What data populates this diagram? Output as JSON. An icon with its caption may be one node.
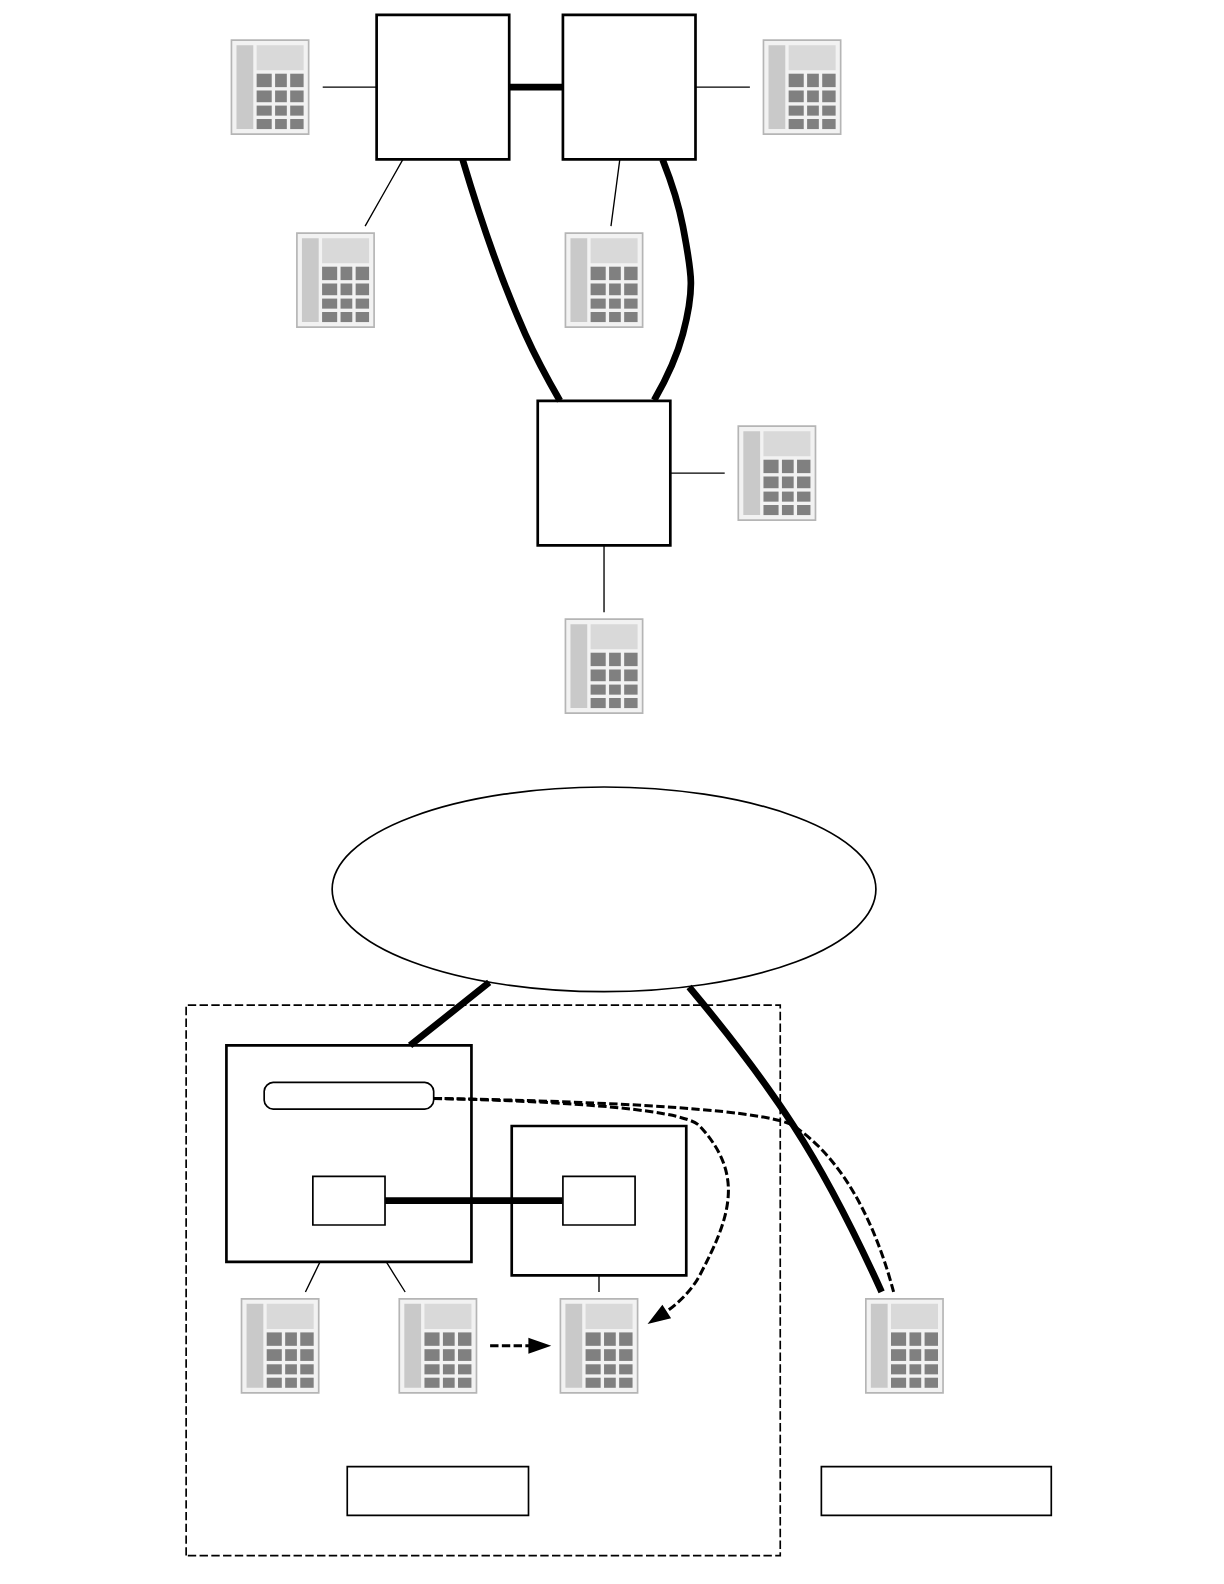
{
  "diagram": {
    "nodes": [
      {
        "text": [],
        "shape": "picture"
      },
      {
        "text": [],
        "shape": "box"
      },
      {
        "text": [],
        "shape": "box"
      },
      {
        "text": [],
        "shape": "picture"
      },
      {
        "text": [],
        "shape": "picture"
      },
      {
        "text": [],
        "shape": "picture"
      },
      {
        "text": [],
        "shape": "box"
      },
      {
        "text": [],
        "shape": "picture"
      },
      {
        "text": [],
        "shape": "picture"
      },
      {
        "text": [],
        "shape": "ellipse"
      },
      {
        "text": [],
        "shape": "box"
      },
      {
        "text": [],
        "shape": "box",
        "in": 10
      },
      {
        "text": [],
        "shape": "box",
        "in": 11
      },
      {
        "text": [],
        "shape": "box",
        "in": 11
      },
      {
        "text": [],
        "shape": "box",
        "in": 10
      },
      {
        "text": [],
        "shape": "box",
        "in": 14
      },
      {
        "text": [],
        "shape": "picture"
      },
      {
        "text": [],
        "shape": "picture",
        "in": 10
      },
      {
        "text": [],
        "shape": "picture",
        "in": 10
      },
      {
        "text": [],
        "shape": "picture",
        "in": 10
      },
      {
        "text": [],
        "shape": "callout"
      },
      {
        "text": [],
        "shape": "callout",
        "in": 10
      }
    ],
    "edges": [
      {
        "from": 0,
        "to": 1,
        "arrow": "none"
      },
      {
        "from": 1,
        "to": 4,
        "arrow": "none"
      },
      {
        "from": 1,
        "to": 2,
        "arrow": "none",
        "style": "thick"
      },
      {
        "from": 2,
        "to": 3,
        "arrow": "none"
      },
      {
        "from": 2,
        "to": 5,
        "arrow": "none"
      },
      {
        "from": 1,
        "to": 6,
        "arrow": "none",
        "style": "thick"
      },
      {
        "from": 2,
        "to": 6,
        "arrow": "none",
        "style": "thick"
      },
      {
        "from": 6,
        "to": 7,
        "arrow": "none"
      },
      {
        "from": 6,
        "to": 8,
        "arrow": "none"
      },
      {
        "from": 9,
        "to": 16,
        "arrow": "none",
        "style": "thick"
      },
      {
        "from": 16,
        "to": 12,
        "arrow": "none",
        "style": "dashed"
      },
      {
        "from": 9,
        "to": 11,
        "arrow": "none",
        "style": "thick"
      },
      {
        "from": 13,
        "to": 15,
        "arrow": "none",
        "style": "thick"
      },
      {
        "from": 11,
        "to": 17,
        "arrow": "none"
      },
      {
        "from": 11,
        "to": 18,
        "arrow": "none"
      },
      {
        "from": 14,
        "to": 19,
        "arrow": "none"
      },
      {
        "from": 12,
        "to": 19,
        "arrow": "to",
        "style": "dashed"
      },
      {
        "from": 18,
        "to": 19,
        "arrow": "to",
        "style": "dashed"
      }
    ]
  }
}
